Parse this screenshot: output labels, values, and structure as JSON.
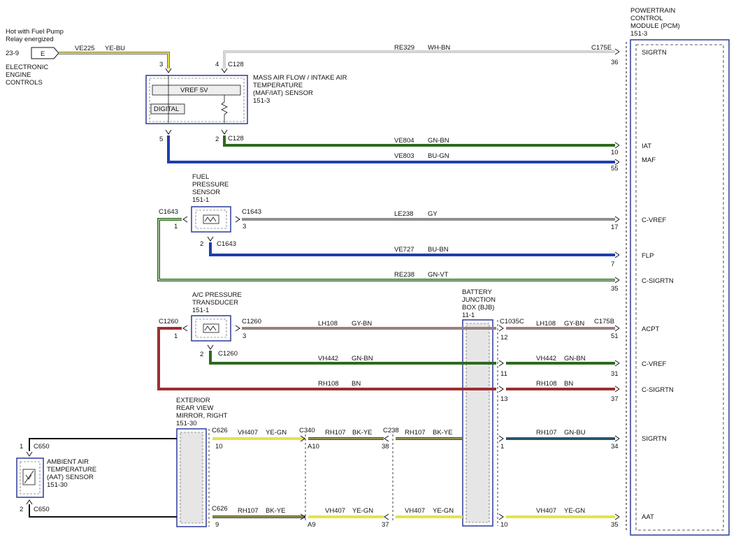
{
  "colors": {
    "GN-BN": "#2e6a1f",
    "BU-GN": "#1f3fae",
    "BU-BN": "#1f3fae",
    "GY": "#8f8f8f",
    "GY-BN": "#9a7f7f",
    "GN-VT": "#2e6a1f",
    "BN": "#9e2e2e",
    "RH107": "#4a4a4a",
    "YE": "#d8d84a",
    "WH-BN": "#b0b0b0",
    "YE-BU": "#d8c84a",
    "module_outline": "#2b3a9a"
  },
  "pcm": {
    "title": [
      "POWERTRAIN",
      "CONTROL",
      "MODULE (PCM)",
      "151-3"
    ],
    "pins": [
      {
        "label": "SIGRTN",
        "num": "36",
        "connector": "C175E"
      },
      {
        "label": "IAT",
        "num": "10",
        "connector": ""
      },
      {
        "label": "MAF",
        "num": "55",
        "connector": ""
      },
      {
        "label": "C-VREF",
        "num": "17",
        "connector": ""
      },
      {
        "label": "FLP",
        "num": "7",
        "connector": ""
      },
      {
        "label": "C-SIGRTN",
        "num": "35",
        "connector": ""
      },
      {
        "label": "ACPT",
        "num": "51",
        "connector": "C175B"
      },
      {
        "label": "C-VREF",
        "num": "31",
        "connector": ""
      },
      {
        "label": "C-SIGRTN",
        "num": "37",
        "connector": ""
      },
      {
        "label": "SIGRTN",
        "num": "34",
        "connector": ""
      },
      {
        "label": "AAT",
        "num": "35",
        "connector": ""
      }
    ]
  },
  "source": {
    "lines": [
      "Hot with Fuel Pump",
      "Relay energized"
    ],
    "ref": "23-9",
    "letter": "E",
    "section": [
      "ELECTRONIC",
      "ENGINE",
      "CONTROLS"
    ]
  },
  "maf": {
    "title": [
      "MASS AIR FLOW / INTAKE AIR",
      "TEMPERATURE",
      "(MAF/IAT) SENSOR",
      "151-3"
    ],
    "vref": "VREF 5V",
    "digital": "DIGITAL",
    "pins": {
      "p3": "3",
      "p4": "4",
      "p5": "5",
      "p2": "2"
    },
    "conn_top": "C128",
    "conn_bottom": "C128"
  },
  "fps": {
    "title": [
      "FUEL",
      "PRESSURE",
      "SENSOR",
      "151-1"
    ],
    "conn_left": "C1643",
    "conn_right": "C1643",
    "conn_bottom": "C1643",
    "pin_left": "1",
    "pin_right": "3",
    "pin_bottom": "2"
  },
  "acp": {
    "title": [
      "A/C PRESSURE",
      "TRANSDUCER",
      "151-1"
    ],
    "conn_left": "C1260",
    "conn_right": "C1260",
    "conn_bottom": "C1260",
    "pin_left": "1",
    "pin_right": "3",
    "pin_bottom": "2"
  },
  "bjb": {
    "title": [
      "BATTERY",
      "JUNCTION",
      "BOX (BJB)",
      "11-1"
    ],
    "conn": "C1035C",
    "pins": [
      "12",
      "11",
      "13",
      "1",
      "10"
    ]
  },
  "mirror": {
    "title": [
      "EXTERIOR",
      "REAR VIEW",
      "MIRROR, RIGHT",
      "151-30"
    ],
    "conn_top": "C626",
    "conn_bottom": "C626",
    "pin_top": "10",
    "pin_bottom": "9"
  },
  "aat": {
    "title": [
      "AMBIENT AIR",
      "TEMPERATURE",
      "(AAT) SENSOR",
      "151-30"
    ],
    "conn_top": "C650",
    "conn_bottom": "C650",
    "pin_top": "1",
    "pin_bottom": "2"
  },
  "inline_connectors": {
    "c340": "C340",
    "a10": "A10",
    "a9": "A9",
    "c238": "C238",
    "p38": "38",
    "p37": "37"
  },
  "wires": {
    "ve225": {
      "circuit": "VE225",
      "color": "YE-BU"
    },
    "re329": {
      "circuit": "RE329",
      "color": "WH-BN"
    },
    "ve804": {
      "circuit": "VE804",
      "color": "GN-BN"
    },
    "ve803": {
      "circuit": "VE803",
      "color": "BU-GN"
    },
    "le238": {
      "circuit": "LE238",
      "color": "GY"
    },
    "ve727": {
      "circuit": "VE727",
      "color": "BU-BN"
    },
    "re238": {
      "circuit": "RE238",
      "color": "GN-VT"
    },
    "lh108a": {
      "circuit": "LH108",
      "color": "GY-BN"
    },
    "lh108b": {
      "circuit": "LH108",
      "color": "GY-BN"
    },
    "vh442a": {
      "circuit": "VH442",
      "color": "GN-BN"
    },
    "vh442b": {
      "circuit": "VH442",
      "color": "GN-BN"
    },
    "rh108a": {
      "circuit": "RH108",
      "color": "BN"
    },
    "rh108b": {
      "circuit": "RH108",
      "color": "BN"
    },
    "vh407a": {
      "circuit": "VH407",
      "color": "YE-GN"
    },
    "rh107a": {
      "circuit": "RH107",
      "color": "BK-YE"
    },
    "rh107b": {
      "circuit": "RH107",
      "color": "BK-YE"
    },
    "rh107c": {
      "circuit": "RH107",
      "color": "GN-BU"
    },
    "rh107d": {
      "circuit": "RH107",
      "color": "BK-YE"
    },
    "vh407b": {
      "circuit": "VH407",
      "color": "YE-GN"
    },
    "vh407c": {
      "circuit": "VH407",
      "color": "YE-GN"
    },
    "vh407d": {
      "circuit": "VH407",
      "color": "YE-GN"
    }
  }
}
